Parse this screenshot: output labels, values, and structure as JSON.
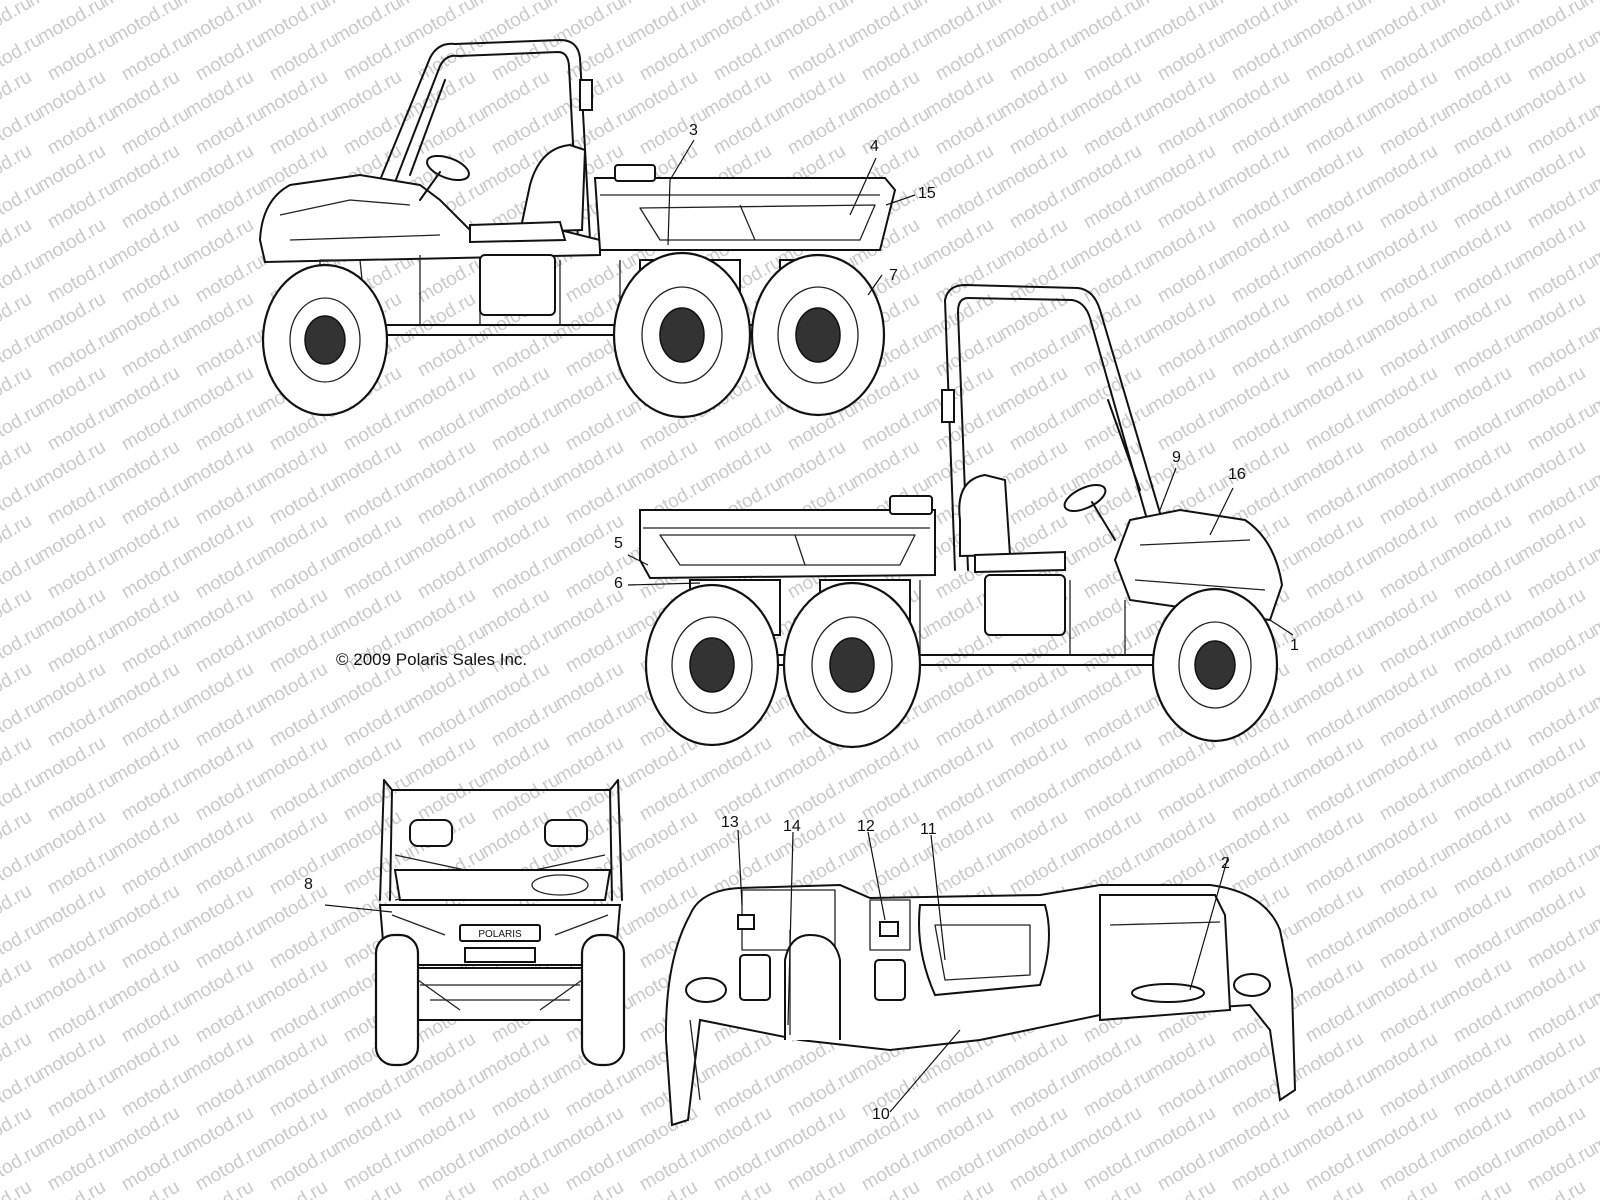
{
  "watermark_text": "motod.ru",
  "copyright": "© 2009 Polaris Sales Inc.",
  "callouts": [
    {
      "label": "3"
    },
    {
      "label": "4"
    },
    {
      "label": "15"
    },
    {
      "label": "7"
    },
    {
      "label": "9"
    },
    {
      "label": "16"
    },
    {
      "label": "5"
    },
    {
      "label": "6"
    },
    {
      "label": "1"
    },
    {
      "label": "8"
    },
    {
      "label": "13"
    },
    {
      "label": "14"
    },
    {
      "label": "12"
    },
    {
      "label": "11"
    },
    {
      "label": "2"
    },
    {
      "label": "10"
    }
  ],
  "front_badge": "POLARIS"
}
